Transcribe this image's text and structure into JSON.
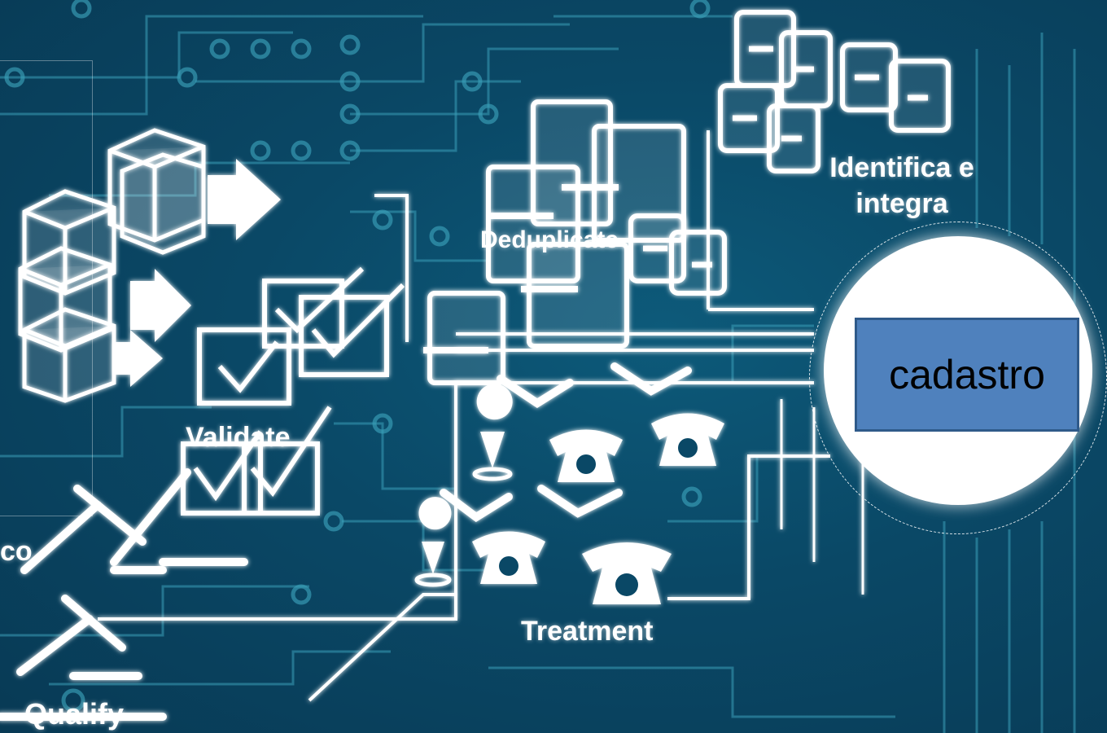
{
  "labels": {
    "identify": "Identifica e integra",
    "deduplicate": "Deduplicate",
    "validate": "Validate",
    "treatment": "Treatment",
    "qualify": "Qualify",
    "partial_left": "co"
  },
  "center": {
    "label": "cadastro",
    "box_color": "#4f81bd"
  },
  "colors": {
    "background": "#0a4866",
    "circuit": "#3a9fb8",
    "icon": "#ffffff"
  },
  "icons": [
    "boxes-icon",
    "checklist-icon",
    "document-stack-icon",
    "handshake-icon",
    "telephone-icon",
    "map-pin-icon",
    "gavel-icon",
    "file-transfer-icon"
  ]
}
